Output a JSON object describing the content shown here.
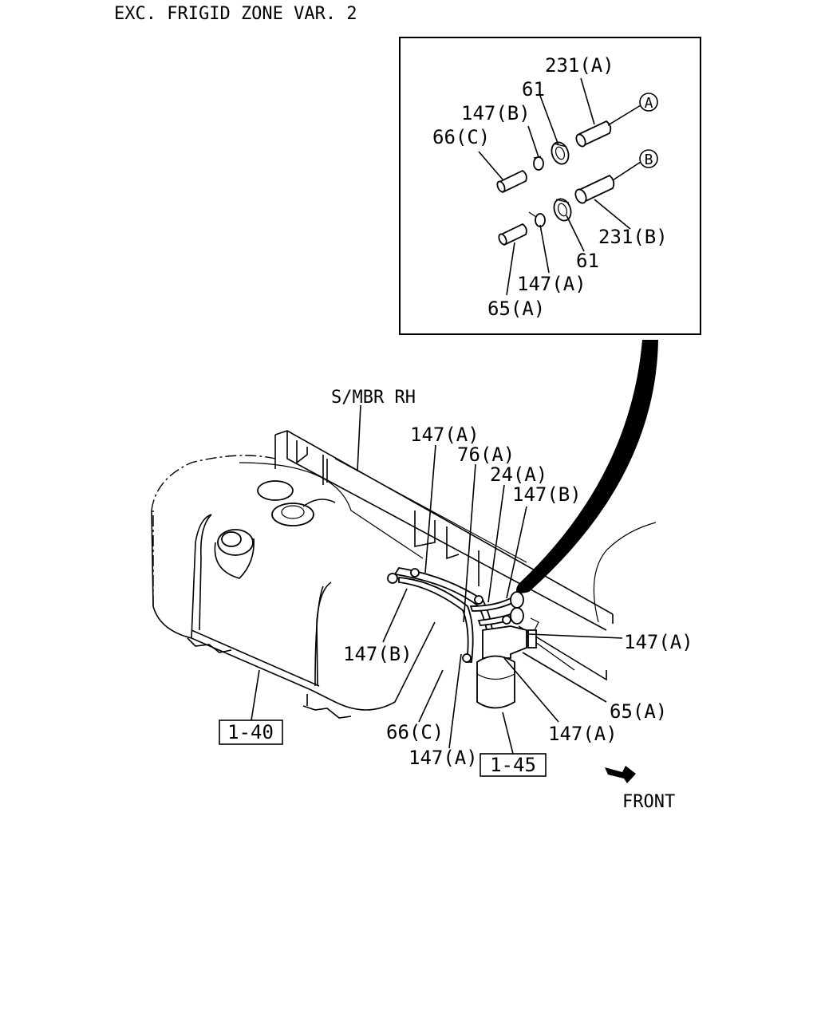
{
  "header": {
    "title": "EXC. FRIGID ZONE VAR. 2"
  },
  "detail": {
    "labels": {
      "l231a": "231(A)",
      "l61a": "61",
      "l147b": "147(B)",
      "l66c": "66(C)",
      "l231b": "231(B)",
      "l61b": "61",
      "l147a": "147(A)",
      "l65a": "65(A)"
    },
    "markers": {
      "a": "A",
      "b": "B"
    }
  },
  "main": {
    "labels": {
      "smbr": "S/MBR RH",
      "l147a_top": "147(A)",
      "l76a": "76(A)",
      "l24a": "24(A)",
      "l147b_right": "147(B)",
      "l147a_right": "147(A)",
      "l147b_left": "147(B)",
      "l65a": "65(A)",
      "l147a_lower_right": "147(A)",
      "l66c": "66(C)",
      "l147a_bottom": "147(A)",
      "front": "FRONT"
    },
    "refs": {
      "r140": "1-40",
      "r145": "1-45"
    }
  }
}
